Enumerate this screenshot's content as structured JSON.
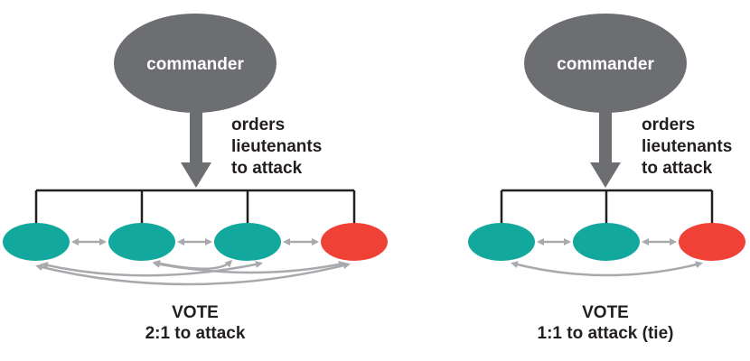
{
  "left": {
    "commander_label": "commander",
    "orders_lines": [
      "orders",
      "lieutenants",
      "to attack"
    ],
    "vote_title": "VOTE",
    "vote_result": "2:1 to attack"
  },
  "right": {
    "commander_label": "commander",
    "orders_lines": [
      "orders",
      "lieutenants",
      "to attack"
    ],
    "vote_title": "VOTE",
    "vote_result": "1:1 to attack (tie)"
  },
  "colors": {
    "commander": "#6d6e71",
    "loyal": "#13a89e",
    "traitor": "#ef4136",
    "arrow": "#6d6e71",
    "exchange": "#a7a9ac",
    "line": "#231f20",
    "text": "#231f20"
  }
}
